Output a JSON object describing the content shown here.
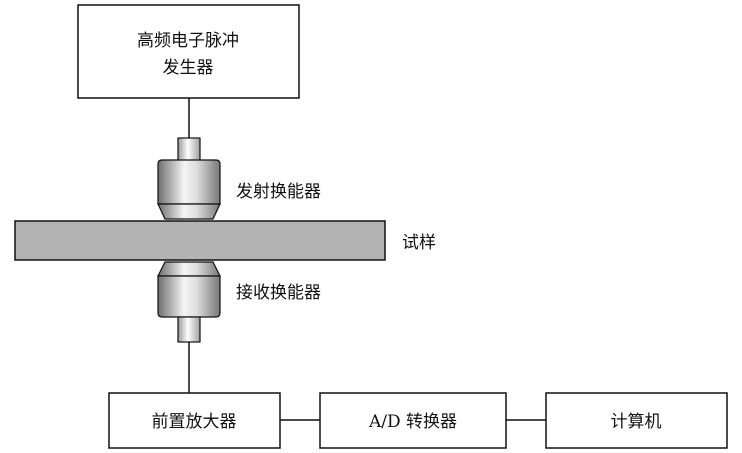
{
  "diagram": {
    "generator_lines": [
      "高频电子脉冲",
      "发生器"
    ],
    "transmit_transducer": "发射换能器",
    "specimen": "试样",
    "receive_transducer": "接收换能器",
    "preamplifier": "前置放大器",
    "ad_converter": "A/D 转换器",
    "computer": "计算机"
  },
  "colors": {
    "line": "#111111",
    "box_fill": "#ffffff",
    "specimen_fill": "#b3b3b3",
    "transducer_dark": "#707070",
    "transducer_light": "#f2f2f2"
  }
}
